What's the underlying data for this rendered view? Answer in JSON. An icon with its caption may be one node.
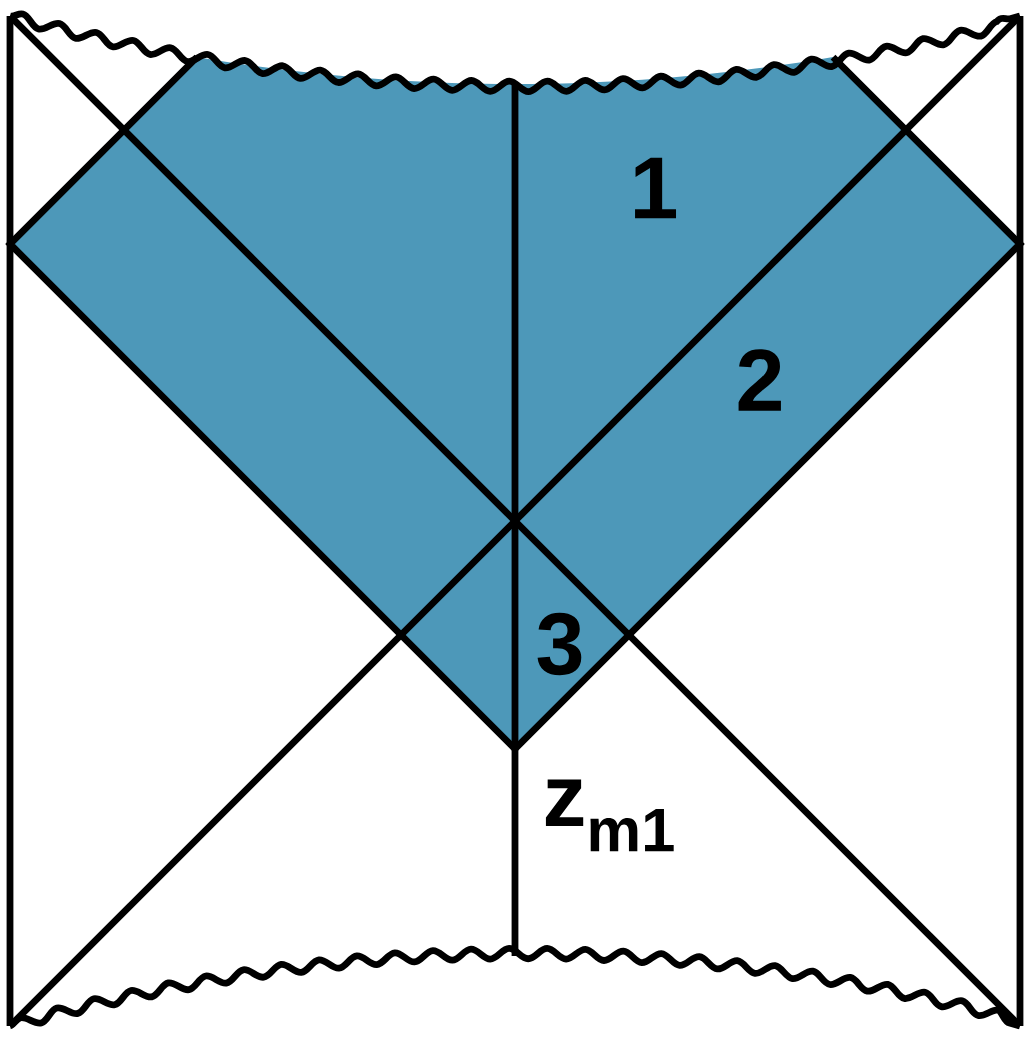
{
  "diagram": {
    "labels": [
      "1",
      "2",
      "3",
      "z$_{m1}$"
    ]
  }
}
